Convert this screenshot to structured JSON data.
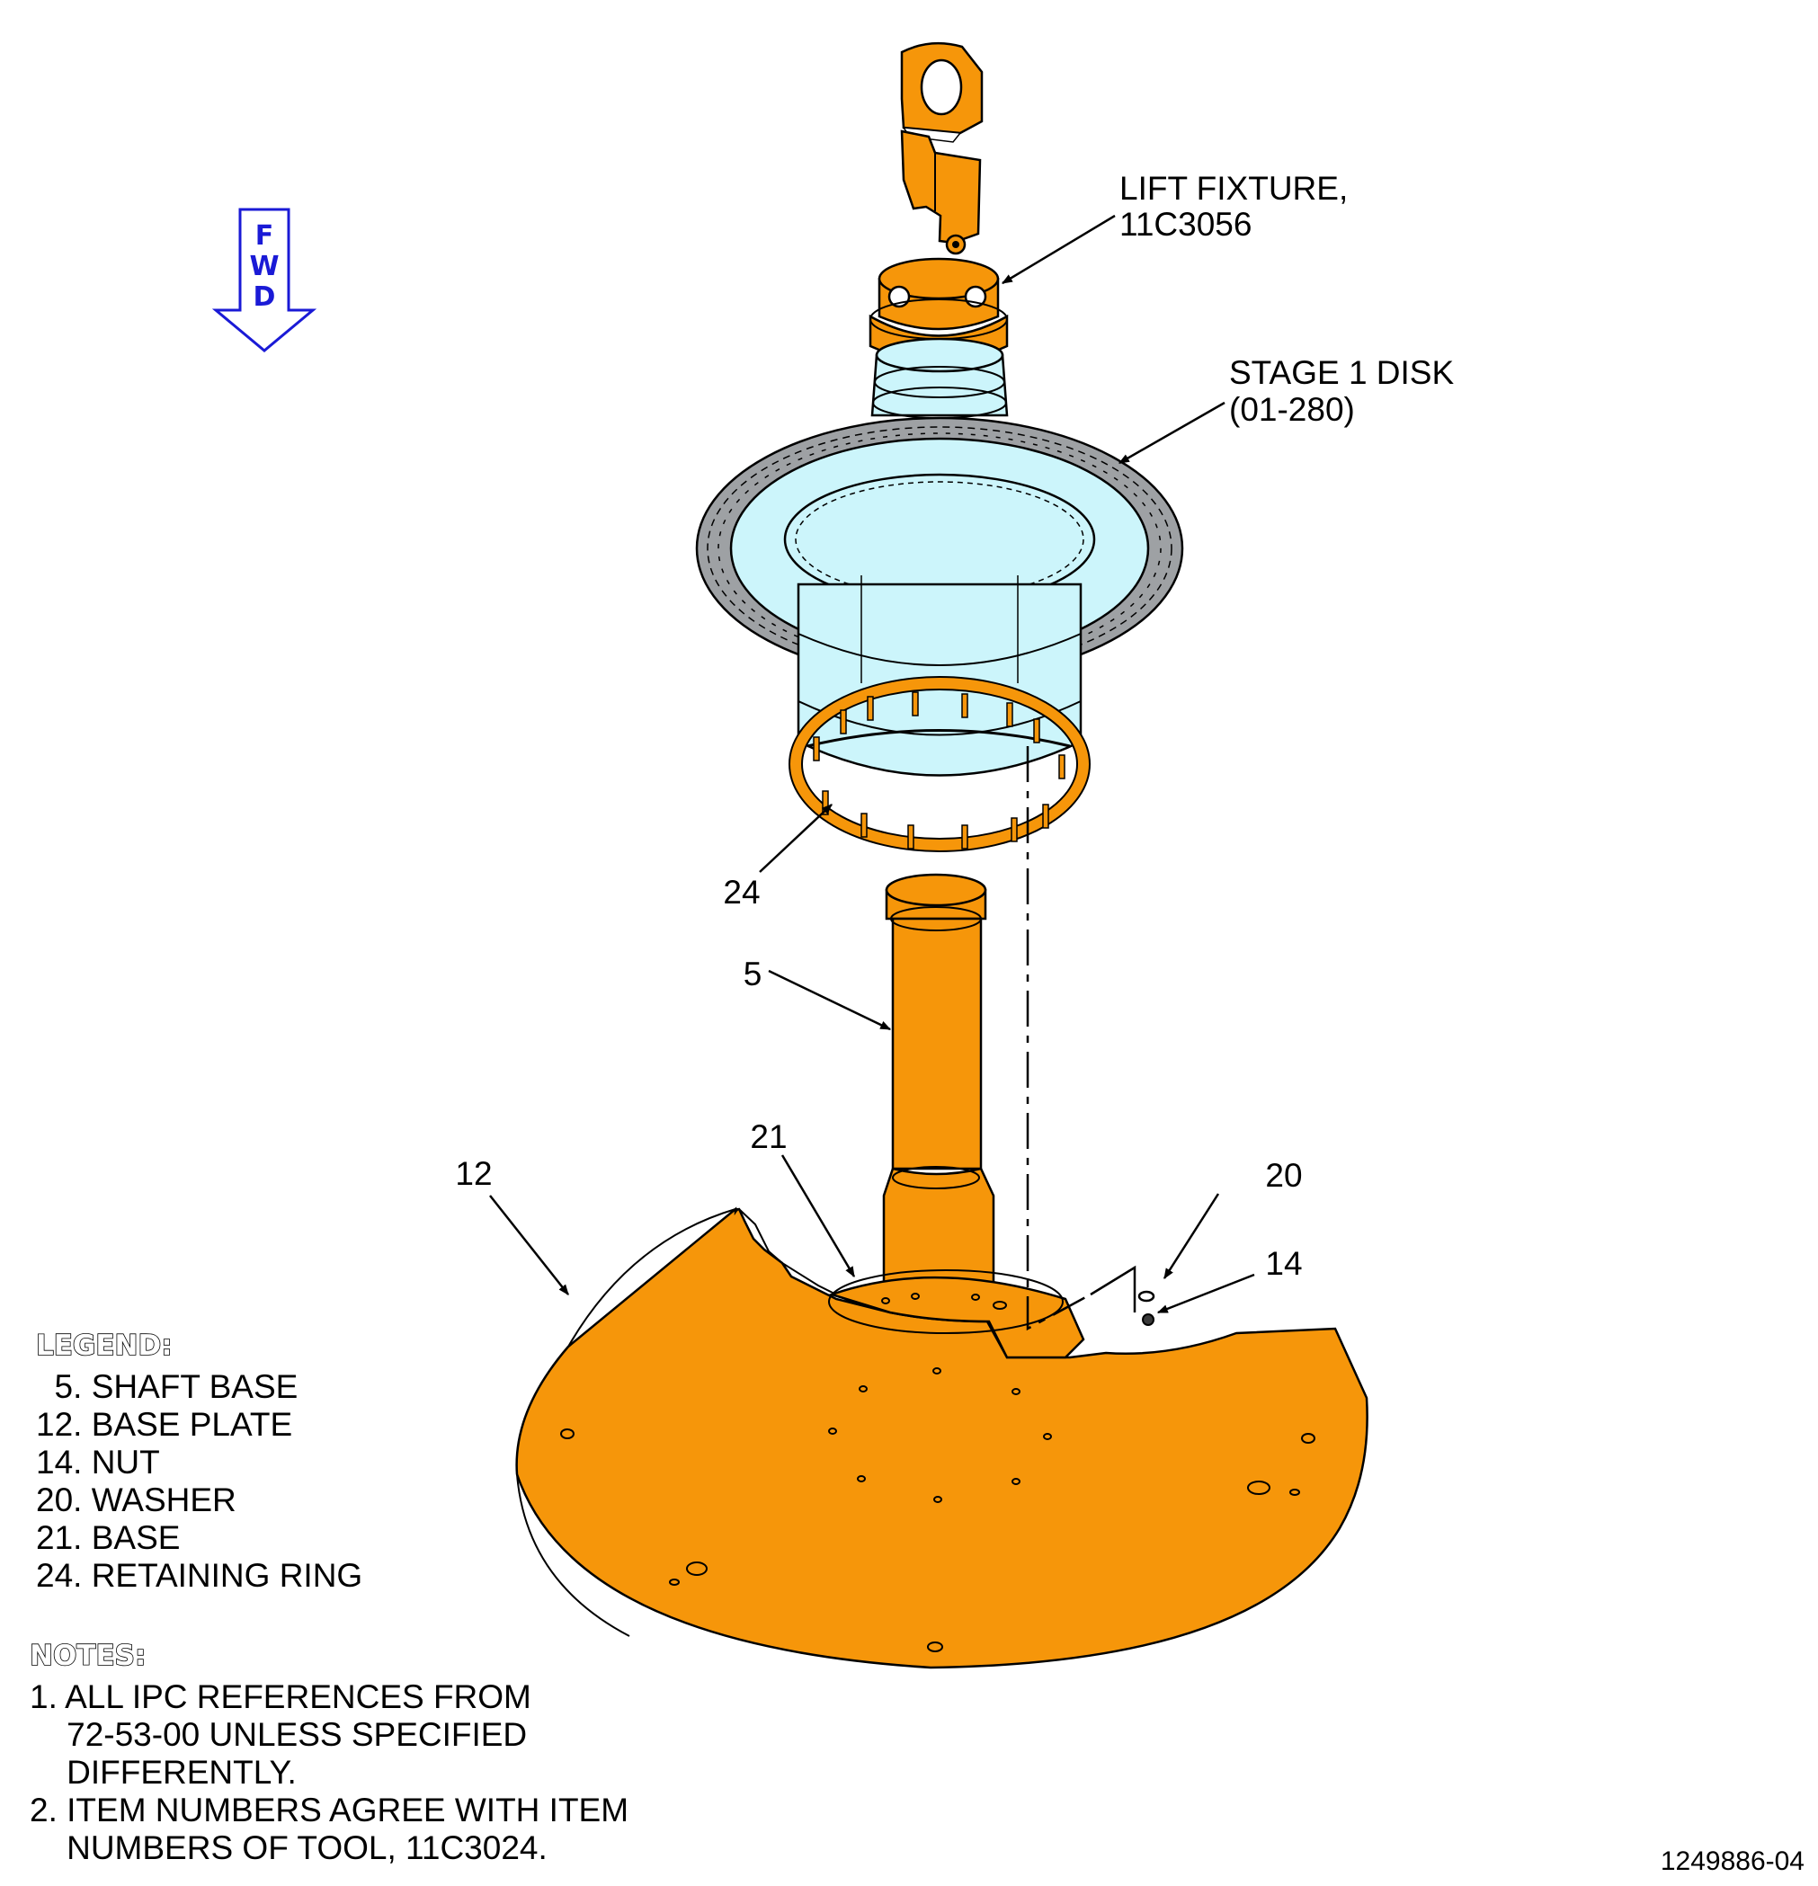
{
  "callouts": {
    "lift_fixture_line1": "LIFT FIXTURE,",
    "lift_fixture_line2": "11C3056",
    "stage1_disk_line1": "STAGE 1 DISK",
    "stage1_disk_line2": "(01-280)",
    "item_24": "24",
    "item_5": "5",
    "item_21": "21",
    "item_12": "12",
    "item_20": "20",
    "item_14": "14"
  },
  "fwd_arrow": {
    "letters": [
      "F",
      "W",
      "D"
    ],
    "color": "#1a1ad6"
  },
  "legend": {
    "heading": "LEGEND:",
    "items": [
      "  5. SHAFT BASE",
      "12. BASE PLATE",
      "14. NUT",
      "20. WASHER",
      "21. BASE",
      "24. RETAINING RING"
    ]
  },
  "notes": {
    "heading": "NOTES:",
    "lines": [
      "1. ALL IPC REFERENCES FROM",
      "    72-53-00 UNLESS SPECIFIED",
      "    DIFFERENTLY.",
      "2. ITEM NUMBERS AGREE WITH ITEM",
      "    NUMBERS OF TOOL, 11C3024."
    ]
  },
  "document_number": "1249886-04",
  "colors": {
    "tool_orange": "#f6960a",
    "disk_cyan": "#ccf5fb",
    "fwd_blue": "#1a1ad6"
  }
}
